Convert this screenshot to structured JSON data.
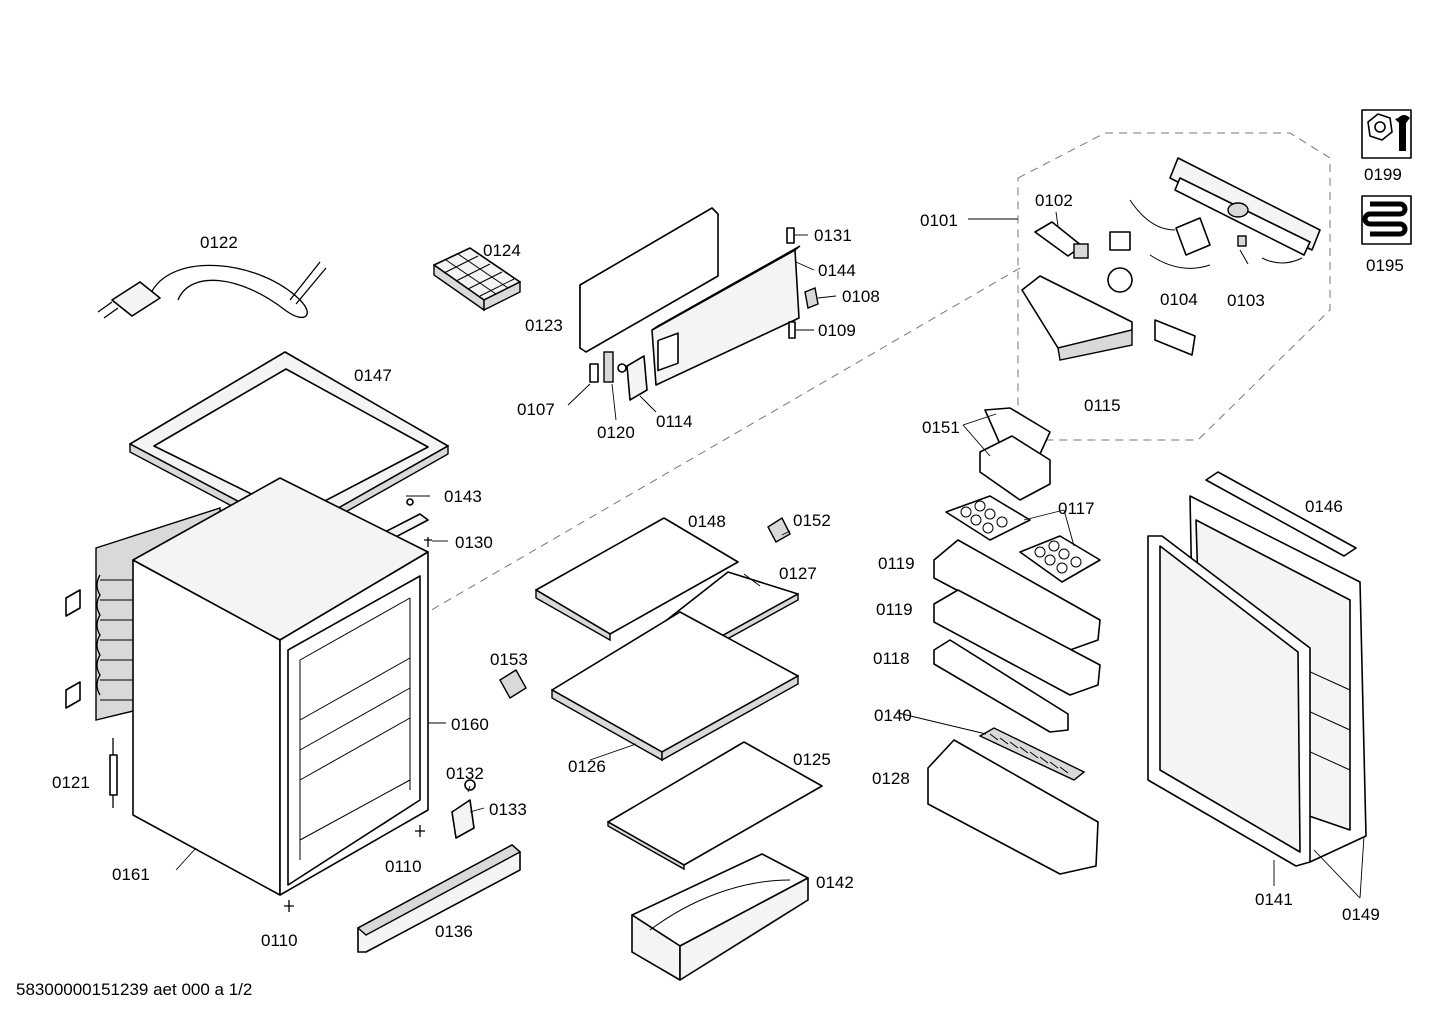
{
  "labels": {
    "p0101": "0101",
    "p0102": "0102",
    "p0103": "0103",
    "p0104": "0104",
    "p0107": "0107",
    "p0108": "0108",
    "p0109": "0109",
    "p0110a": "0110",
    "p0110b": "0110",
    "p0114": "0114",
    "p0115": "0115",
    "p0117": "0117",
    "p0118": "0118",
    "p0119a": "0119",
    "p0119b": "0119",
    "p0120": "0120",
    "p0121": "0121",
    "p0122": "0122",
    "p0123": "0123",
    "p0124": "0124",
    "p0125": "0125",
    "p0126": "0126",
    "p0127": "0127",
    "p0128": "0128",
    "p0130": "0130",
    "p0131": "0131",
    "p0132": "0132",
    "p0133": "0133",
    "p0136": "0136",
    "p0140": "0140",
    "p0141": "0141",
    "p0142": "0142",
    "p0143": "0143",
    "p0144": "0144",
    "p0146": "0146",
    "p0147": "0147",
    "p0148": "0148",
    "p0149": "0149",
    "p0151": "0151",
    "p0152": "0152",
    "p0153": "0153",
    "p0160": "0160",
    "p0161": "0161",
    "p0195": "0195",
    "p0199": "0199"
  },
  "footer": {
    "doc_code": "58300000151239 aet 000 a 1/2"
  },
  "icons": {
    "service": "wrench-nut-icon",
    "coil": "heater-coil-icon"
  }
}
